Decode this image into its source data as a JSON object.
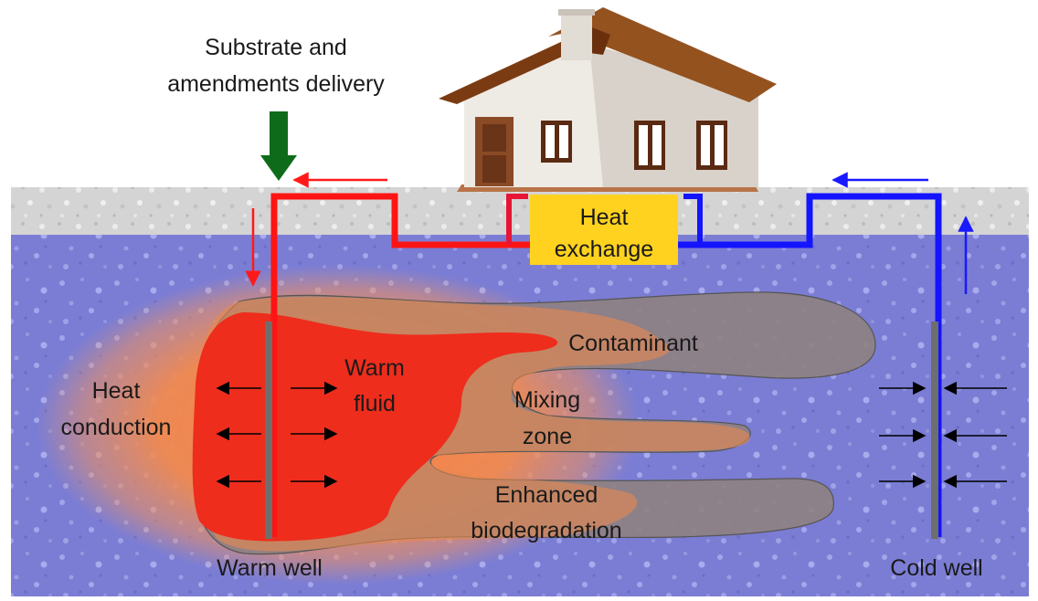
{
  "labels": {
    "delivery_line1": "Substrate and",
    "delivery_line2": "amendments delivery",
    "heat_exchange_line1": "Heat",
    "heat_exchange_line2": "exchange",
    "contaminant": "Contaminant",
    "warm_fluid_line1": "Warm",
    "warm_fluid_line2": "fluid",
    "heat_conduction_line1": "Heat",
    "heat_conduction_line2": "conduction",
    "mixing_zone_line1": "Mixing",
    "mixing_zone_line2": "zone",
    "enhanced_line1": "Enhanced",
    "enhanced_line2": "biodegradation",
    "warm_well": "Warm well",
    "cold_well": "Cold well"
  },
  "colors": {
    "warm_pipe": "#ff1a1a",
    "cold_pipe": "#1a1aff",
    "delivery_arrow": "#0e6b1a",
    "heat_exchange_box": "#ffd21f",
    "plume": "#7d7d7d",
    "aquifer": "#7d7fd6",
    "ground_surface": "#d6d6d6"
  }
}
